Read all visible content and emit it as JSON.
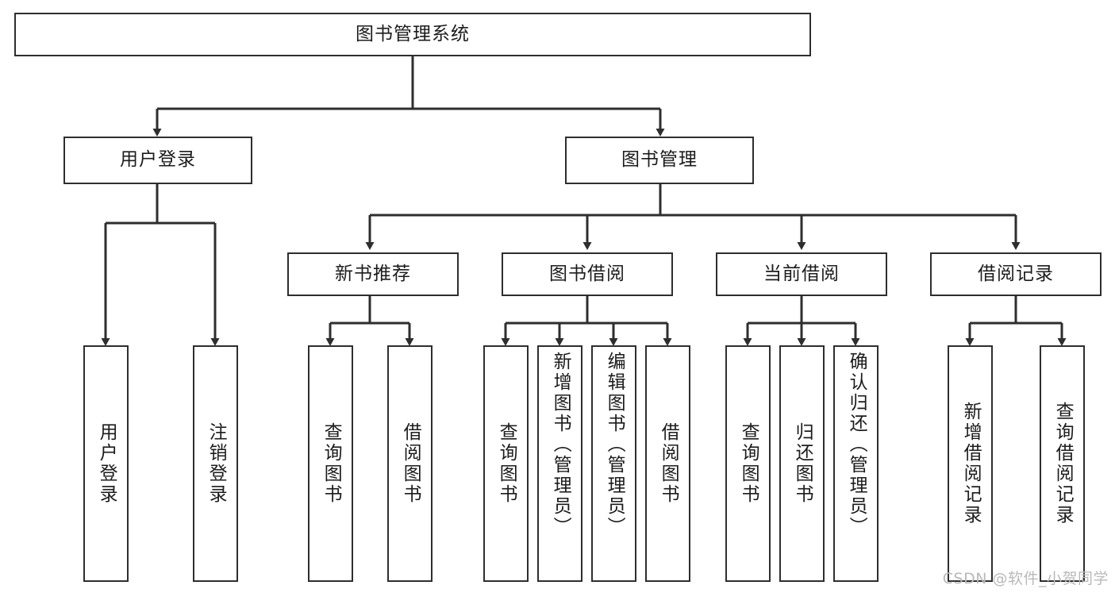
{
  "diagram": {
    "title": "图书管理系统",
    "watermark": "CSDN @软件_小贺同学",
    "colors": {
      "stroke": "#2e2e2e",
      "fill": "#ffffff",
      "text": "#1c1c1c",
      "watermark": "#b9b9b9"
    },
    "root": {
      "label": "图书管理系统"
    },
    "level2": [
      {
        "label": "用户登录"
      },
      {
        "label": "图书管理"
      }
    ],
    "level3": [
      {
        "label": "新书推荐"
      },
      {
        "label": "图书借阅"
      },
      {
        "label": "当前借阅"
      },
      {
        "label": "借阅记录"
      }
    ],
    "leaves": {
      "user_login": [
        {
          "label": "用户登录"
        },
        {
          "label": "注销登录"
        }
      ],
      "new_book_recommend": [
        {
          "label": "查询图书"
        },
        {
          "label": "借阅图书"
        }
      ],
      "book_borrow": [
        {
          "label": "查询图书"
        },
        {
          "label": "新增图书（管理员）"
        },
        {
          "label": "编辑图书（管理员）"
        },
        {
          "label": "借阅图书"
        }
      ],
      "current_borrow": [
        {
          "label": "查询图书"
        },
        {
          "label": "归还图书"
        },
        {
          "label": "确认归还（管理员）"
        }
      ],
      "borrow_record": [
        {
          "label": "新增借阅记录"
        },
        {
          "label": "查询借阅记录"
        }
      ]
    }
  }
}
